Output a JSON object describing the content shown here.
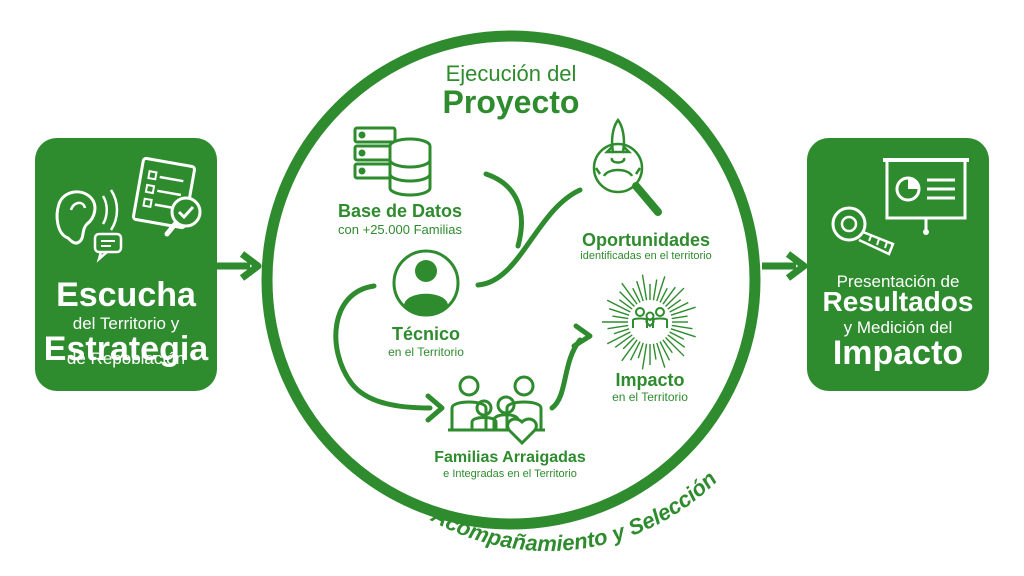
{
  "left_box": {
    "line1": "Escucha",
    "line2": "del Territorio y",
    "line3": "Estrategia",
    "line4": "de Repoblación"
  },
  "right_box": {
    "line1": "Presentación de",
    "line2": "Resultados",
    "line3": "y Medición del",
    "line4": "Impacto"
  },
  "circle": {
    "title_top": "Ejecución del",
    "title_bold": "Proyecto",
    "arc_label": "Acompañamiento y Selección"
  },
  "nodes": {
    "database": {
      "title": "Base de Datos",
      "subtitle": "con +25.000 Familias"
    },
    "opportunities": {
      "title": "Oportunidades",
      "subtitle": "identificadas en el territorio"
    },
    "technician": {
      "title": "Técnico",
      "subtitle": "en el Territorio"
    },
    "impact": {
      "title": "Impacto",
      "subtitle": "en el  Territorio"
    },
    "families": {
      "title": "Familias Arraigadas",
      "subtitle": "e Integradas en el Territorio"
    }
  },
  "colors": {
    "brand_green": "#2e8b2e"
  }
}
